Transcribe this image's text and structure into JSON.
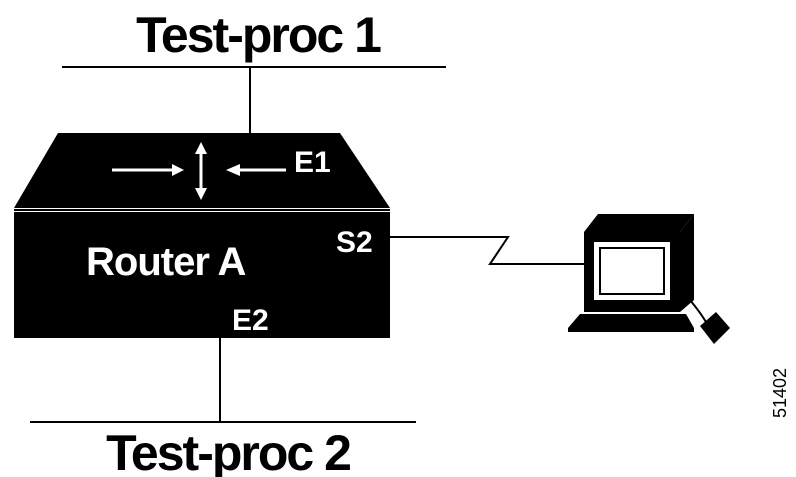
{
  "diagram": {
    "networks": [
      {
        "label": "Test-proc 1"
      },
      {
        "label": "Test-proc 2"
      }
    ],
    "router": {
      "label": "Router A",
      "ports": {
        "ethernet_top": "E1",
        "serial": "S2",
        "ethernet_bottom": "E2"
      }
    },
    "terminal": {
      "icon": "terminal-icon"
    },
    "figure_id": "51402"
  },
  "colors": {
    "foreground": "#000000",
    "background": "#ffffff",
    "router_text": "#ffffff"
  }
}
